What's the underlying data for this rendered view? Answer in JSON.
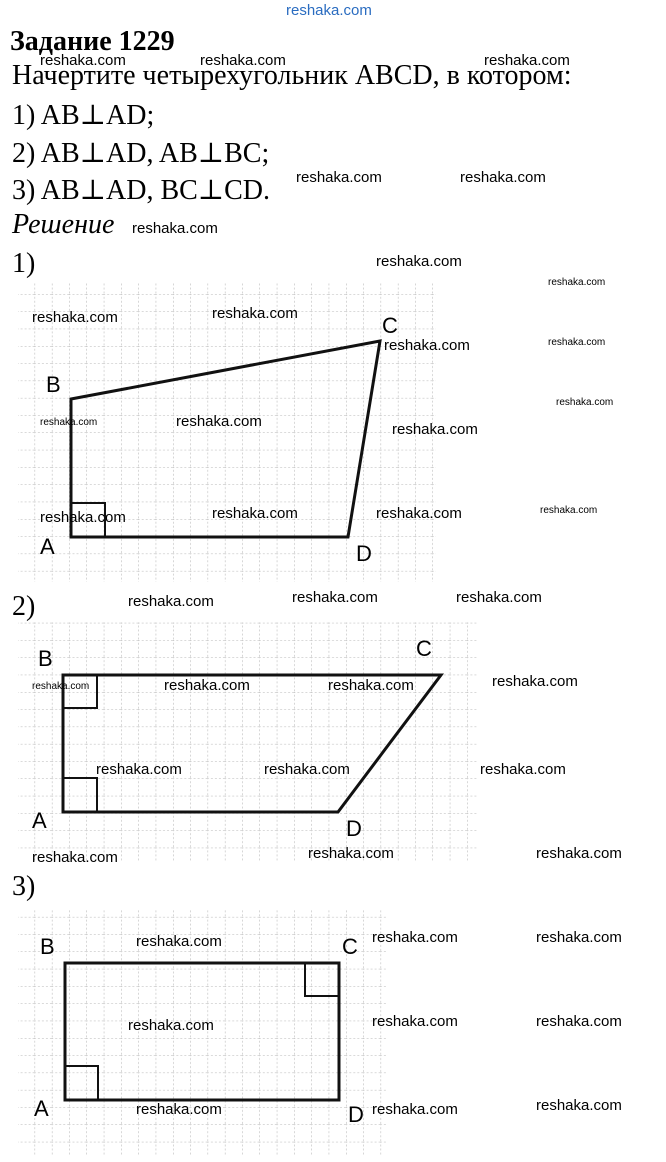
{
  "header": {
    "site": "reshaka.com"
  },
  "task": {
    "title": "Задание 1229",
    "statement": "Начертите четырехугольник ABCD, в котором:",
    "items": [
      "1) AB⊥AD;",
      "2) AB⊥AD, AB⊥BC;",
      "3) AB⊥AD, BC⊥CD."
    ]
  },
  "solution": {
    "heading": "Решение",
    "parts": [
      "1)",
      "2)",
      "3)"
    ]
  },
  "figures": [
    {
      "labels": {
        "A": "A",
        "B": "B",
        "C": "C",
        "D": "D"
      }
    },
    {
      "labels": {
        "A": "A",
        "B": "B",
        "C": "C",
        "D": "D"
      }
    },
    {
      "labels": {
        "A": "A",
        "B": "B",
        "C": "C",
        "D": "D"
      }
    }
  ],
  "watermark": "reshaka.com"
}
